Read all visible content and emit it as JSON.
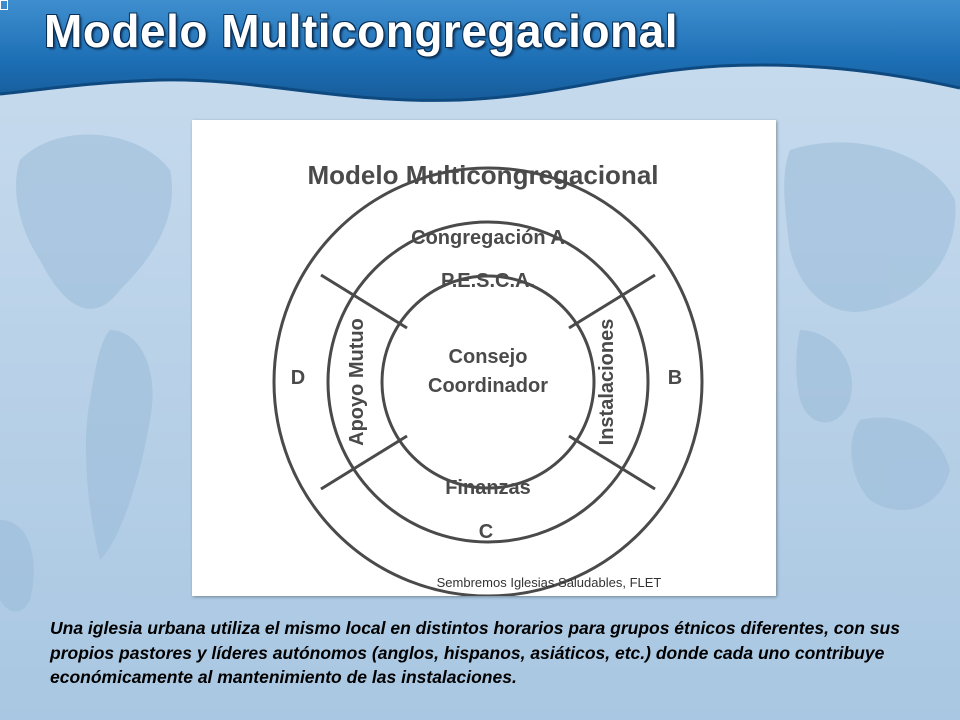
{
  "slide": {
    "title": "Modelo Multicongregacional",
    "caption": "Una iglesia urbana utiliza el mismo local en distintos horarios para grupos étnicos diferentes, con sus propios pastores y líderes autónomos (anglos, hispanos, asiáticos, etc.) donde cada  uno contribuye económicamente al mantenimiento de las instalaciones."
  },
  "diagram": {
    "title": "Modelo Multicongregacional",
    "outer_ring": {
      "top": "Congregación A",
      "right": "B",
      "bottom": "C",
      "left": "D"
    },
    "middle_ring": {
      "top": "P.E.S.C.A.",
      "right": "Instalaciones",
      "bottom": "Finanzas",
      "left": "Apoyo Mutuo"
    },
    "center": {
      "line1": "Consejo",
      "line2": "Coordinador"
    },
    "credit": "Sembremos Iglesias Saludables, FLET"
  },
  "colors": {
    "header_blue": "#1d6fb5",
    "background": "#b9d3e8",
    "diagram_ink": "#4a4a4a"
  }
}
